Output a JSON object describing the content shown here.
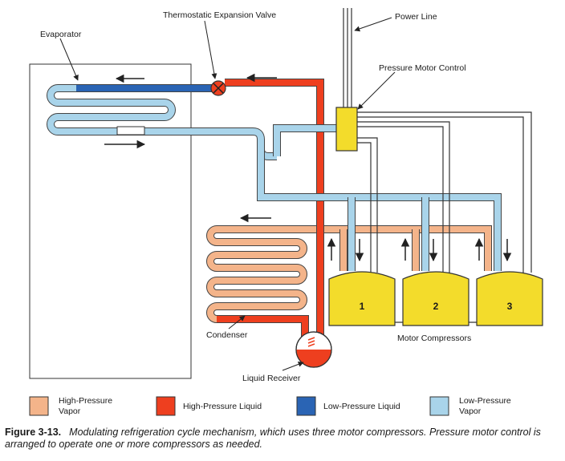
{
  "labels": {
    "evaporator": "Evaporator",
    "valve": "Thermostatic Expansion Valve",
    "power_line": "Power Line",
    "pressure_control": "Pressure Motor Control",
    "condenser": "Condenser",
    "receiver": "Liquid Receiver",
    "compressors": "Motor Compressors",
    "compressor_numbers": [
      "1",
      "2",
      "3"
    ]
  },
  "legend": [
    {
      "line1": "High-Pressure",
      "line2": "Vapor",
      "color": "#f4b48a"
    },
    {
      "line1": "High-Pressure Liquid",
      "line2": "",
      "color": "#ee3f1f"
    },
    {
      "line1": "Low-Pressure Liquid",
      "line2": "",
      "color": "#2a64b4"
    },
    {
      "line1": "Low-Pressure",
      "line2": "Vapor",
      "color": "#a9d4ea"
    }
  ],
  "caption": {
    "figure": "Figure 3-13.",
    "text": "Modulating refrigeration cycle mechanism, which uses three motor compressors. Pressure motor control is arranged to operate one or more compressors as needed."
  },
  "colors": {
    "hp_vapor": "#f4b48a",
    "hp_liquid": "#ee3f1f",
    "lp_liquid": "#2a64b4",
    "lp_vapor": "#a9d4ea",
    "compressor": "#f3dc2b",
    "control_box": "#f3dc2b",
    "outline": "#3a3a3a"
  }
}
